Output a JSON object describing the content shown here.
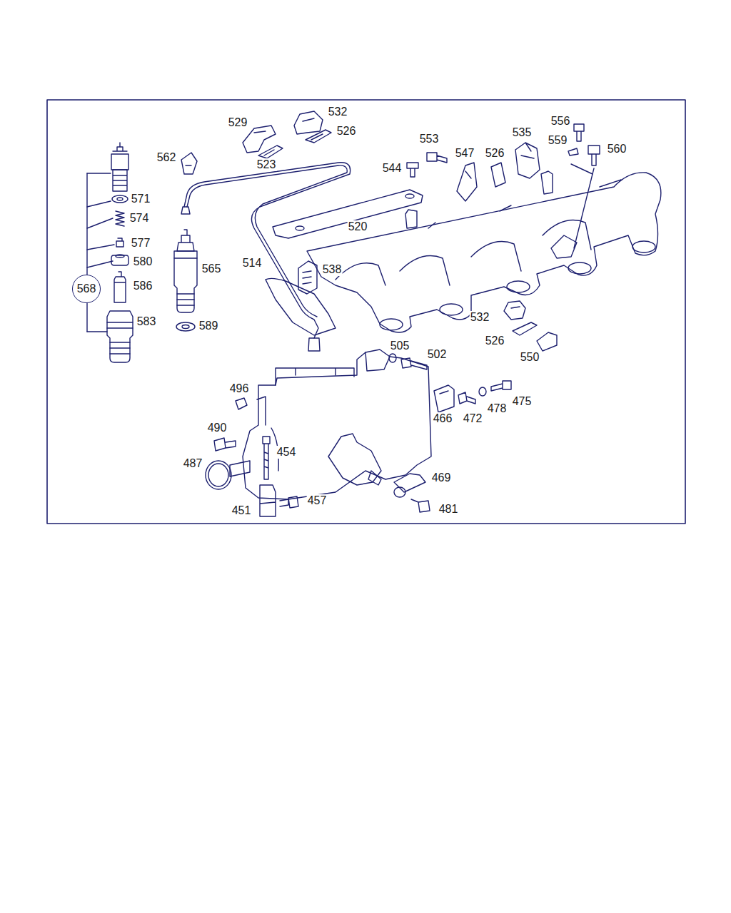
{
  "diagram": {
    "nodes": [
      {
        "text": [
          "568"
        ]
      }
    ],
    "labels": [
      "529",
      "532",
      "526",
      "562",
      "523",
      "556",
      "553",
      "547",
      "526",
      "535",
      "559",
      "560",
      "544",
      "571",
      "574",
      "520",
      "577",
      "580",
      "565",
      "514",
      "538",
      "586",
      "583",
      "589",
      "532",
      "526",
      "550",
      "505",
      "502",
      "496",
      "466",
      "472",
      "478",
      "475",
      "490",
      "454",
      "487",
      "469",
      "451",
      "457",
      "481"
    ]
  }
}
